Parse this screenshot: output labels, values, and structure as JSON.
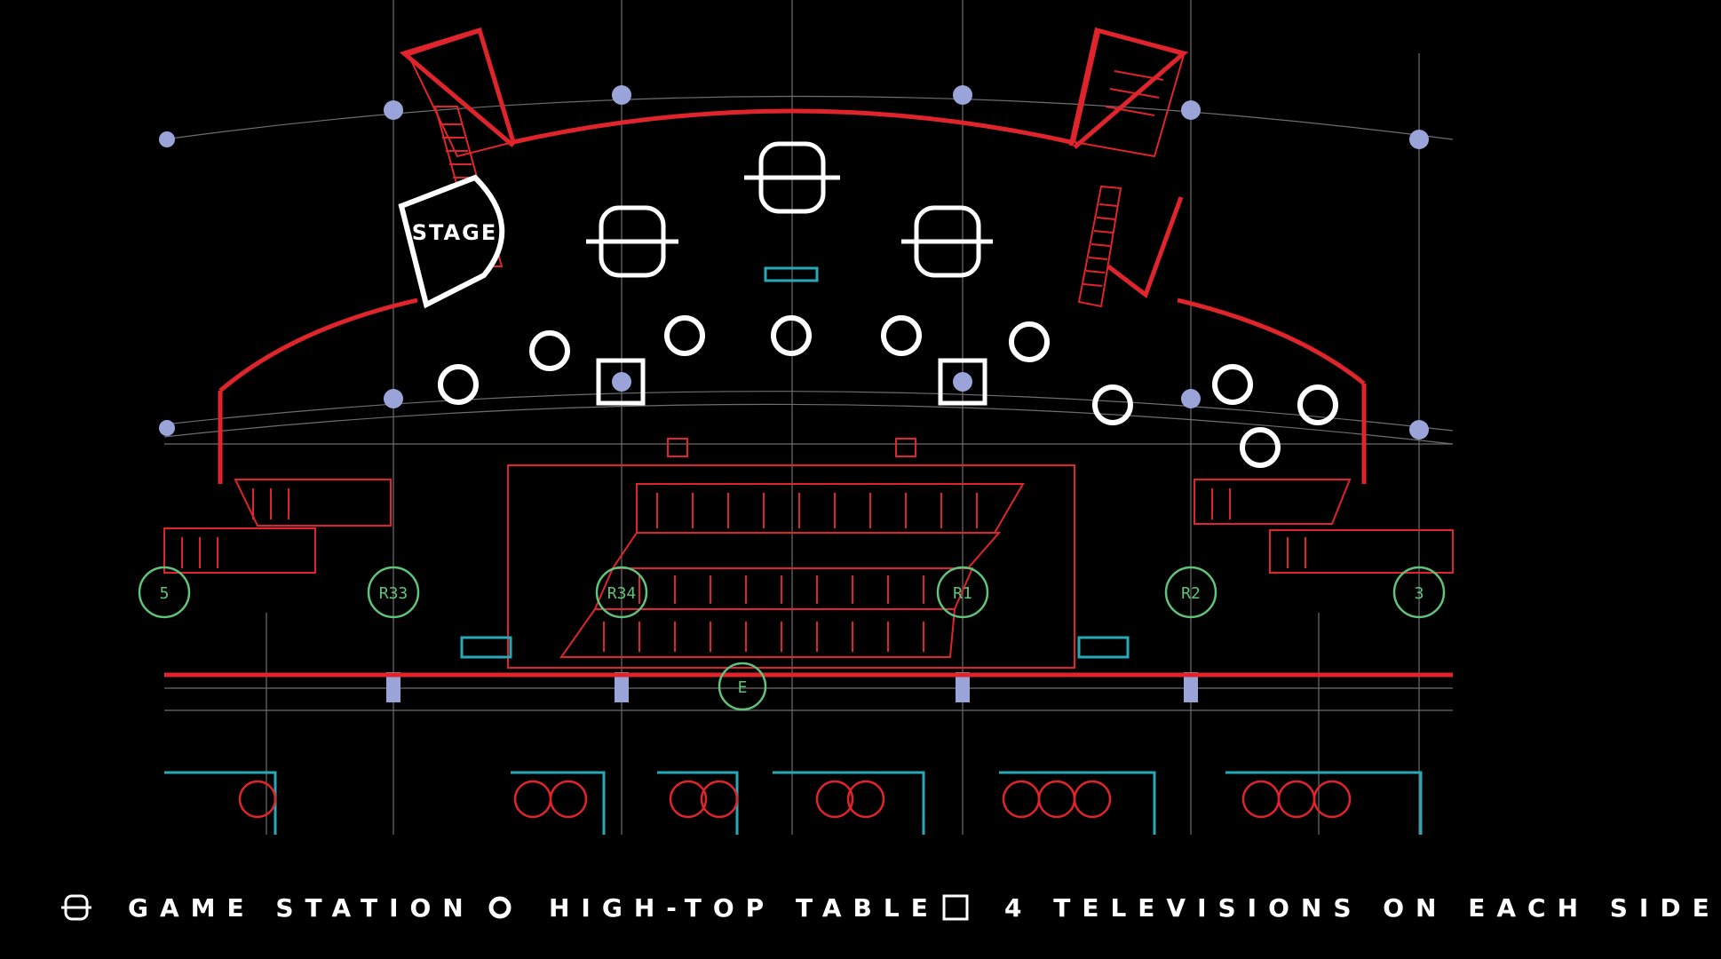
{
  "plan": {
    "stage_label": "STAGE",
    "grid_tags": [
      "5",
      "R33",
      "R34",
      "R1",
      "R2",
      "3",
      "E"
    ]
  },
  "legend": {
    "game_station": "GAME STATION",
    "high_top_table": "HIGH-TOP TABLE",
    "televisions": "4 TELEVISIONS ON EACH SIDE"
  },
  "colors": {
    "background": "#000000",
    "walls": "#e0242c",
    "fixtures": "#29a8b8",
    "grid": "#8a8a8a",
    "markers": "#ffffff",
    "grid_tags": "#5fc47a",
    "column_nodes": "#9aa4d8"
  },
  "icons": [
    "game-station-icon",
    "high-top-table-icon",
    "television-icon"
  ]
}
